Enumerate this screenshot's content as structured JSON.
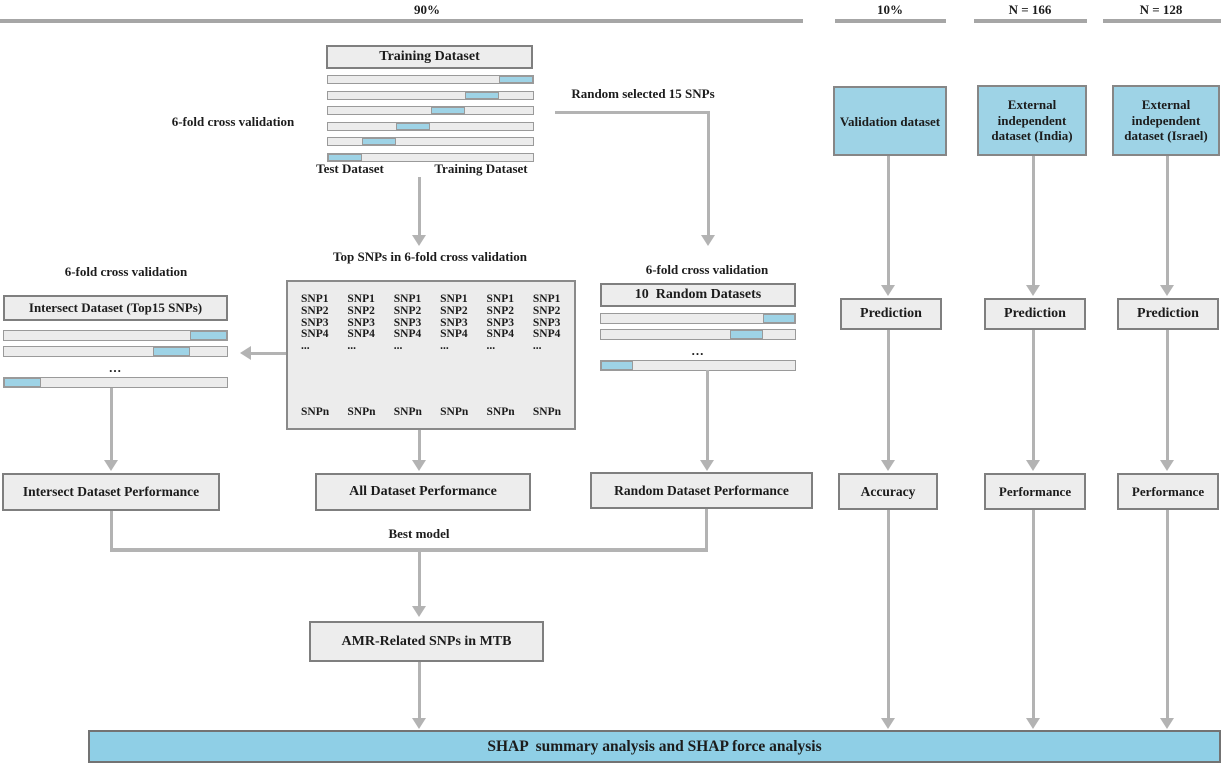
{
  "colors": {
    "highlight_blue": "#9ed3e6",
    "banner_blue": "#8fcfe6",
    "box_gray": "#ededed",
    "connector_gray": "#b3b3b3"
  },
  "header": {
    "train_split": "90%",
    "validation_split": "10%",
    "india_n": "N = 166",
    "israel_n": "N = 128"
  },
  "training_block": {
    "title": "Training Dataset",
    "cv_label": "6-fold cross validation",
    "test_label": "Test Dataset",
    "train_label": "Training Dataset",
    "n_folds": 6,
    "fold_rows": [
      6,
      5,
      4,
      3,
      2,
      1
    ]
  },
  "random_snp_label": "Random selected 15 SNPs",
  "snp_box": {
    "title": "Top SNPs in 6-fold cross validation",
    "n_columns": 6,
    "column_rows": [
      "SNP1",
      "SNP2",
      "SNP3",
      "SNP4",
      "...",
      "SNPn"
    ]
  },
  "intersect_block": {
    "cv_label": "6-fold cross validation",
    "title": "Intersect Dataset (Top15 SNPs)",
    "n_folds": 6,
    "fold_rows": [
      6,
      5,
      null,
      1
    ],
    "ellipsis": "..."
  },
  "random_block": {
    "cv_label": "6-fold cross validation",
    "title": "10  Random Datasets",
    "n_folds": 6,
    "fold_rows": [
      6,
      5,
      null,
      1
    ],
    "ellipsis": "..."
  },
  "validation_column": {
    "dataset": "Validation dataset",
    "step": "Prediction",
    "result": "Accuracy"
  },
  "india_column": {
    "dataset": "External independent dataset (India)",
    "step": "Prediction",
    "result": "Performance"
  },
  "israel_column": {
    "dataset": "External independent dataset (Israel)",
    "step": "Prediction",
    "result": "Performance"
  },
  "performance_row": {
    "intersect": "Intersect Dataset Performance",
    "all": "All Dataset Performance",
    "random": "Random Dataset Performance"
  },
  "best_model_label": "Best model",
  "amr_box_label": "AMR-Related SNPs in MTB",
  "banner_label": "SHAP  summary analysis and SHAP force analysis"
}
